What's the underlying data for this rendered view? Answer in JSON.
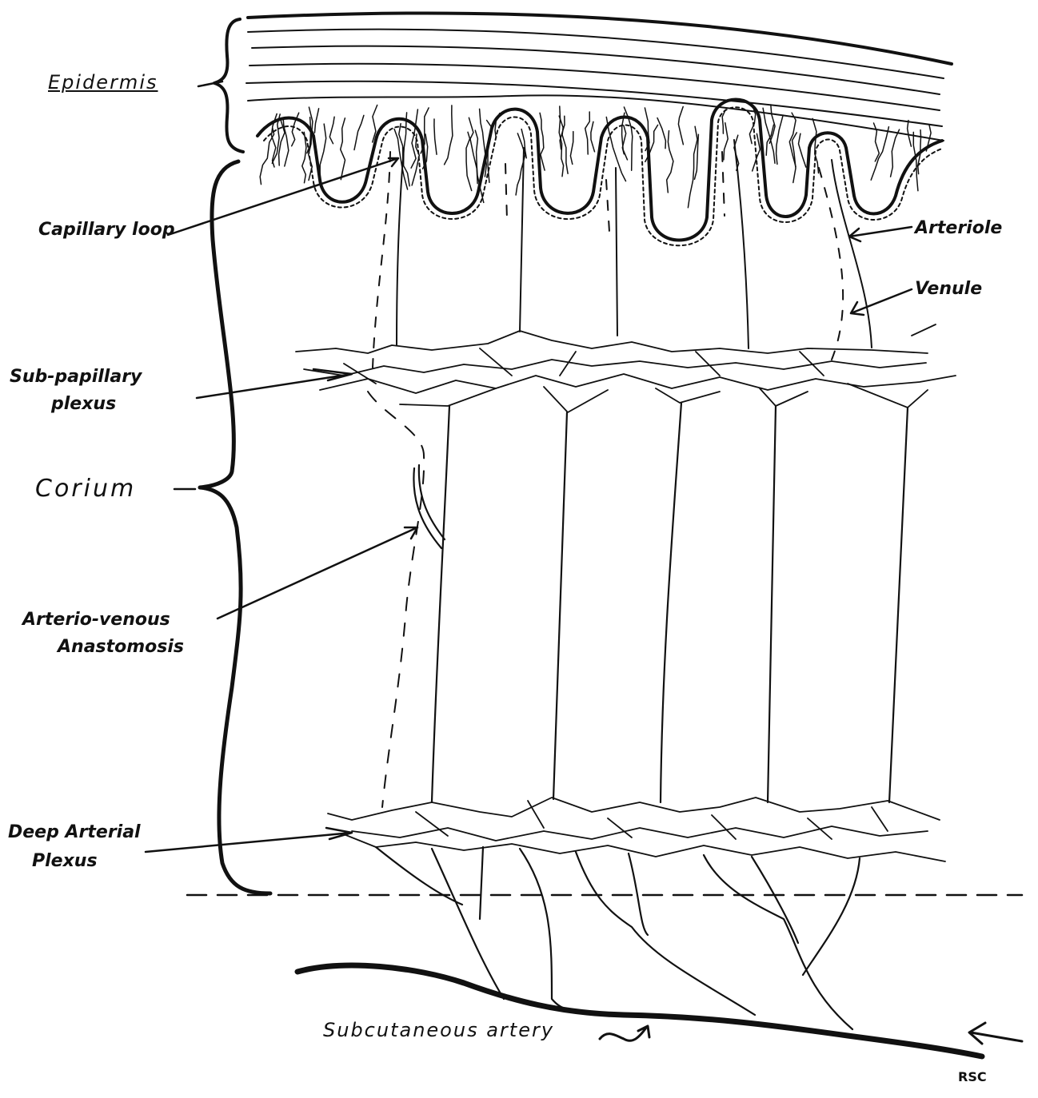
{
  "labels": {
    "epidermis": "Epidermis",
    "capillary_loop": "Capillary loop",
    "arteriole": "Arteriole",
    "venule": "Venule",
    "subpapillary_1": "Sub-papillary",
    "subpapillary_2": "plexus",
    "corium": "Corium",
    "av_1": "Arterio-venous",
    "av_2": "Anastomosis",
    "deep_1": "Deep Arterial",
    "deep_2": "Plexus",
    "subcutaneous": "Subcutaneous artery",
    "signature": "RSC"
  },
  "colors": {
    "ink": "#111111",
    "paper": "#ffffff"
  }
}
